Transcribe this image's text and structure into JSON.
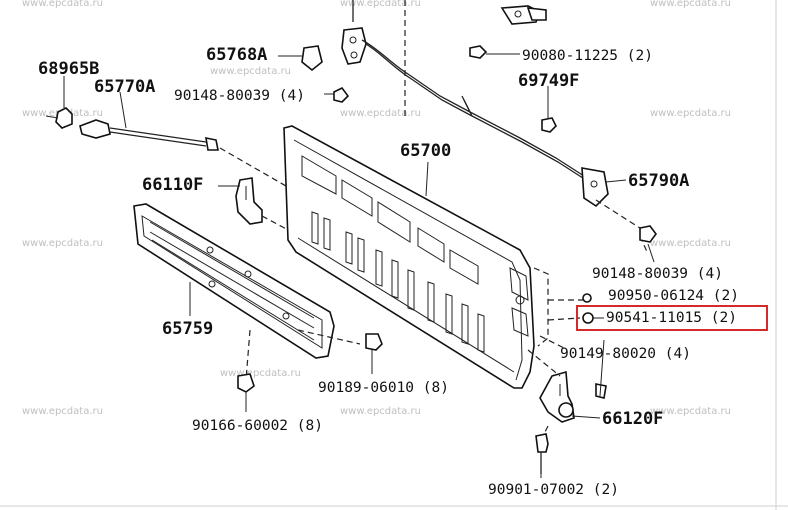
{
  "watermark": "www.epcdata.ru",
  "highlight_color": "#d42a2a",
  "parts": [
    {
      "id": "68965B",
      "label": "68965B"
    },
    {
      "id": "65770A",
      "label": "65770A"
    },
    {
      "id": "65768A",
      "label": "65768A"
    },
    {
      "id": "90148-80039-top",
      "label": "90148-80039 (4)"
    },
    {
      "id": "90080-11225",
      "label": "90080-11225 (2)"
    },
    {
      "id": "69749F",
      "label": "69749F"
    },
    {
      "id": "65700",
      "label": "65700"
    },
    {
      "id": "66110F",
      "label": "66110F"
    },
    {
      "id": "65790A",
      "label": "65790A"
    },
    {
      "id": "90148-80039-right",
      "label": "90148-80039 (4)"
    },
    {
      "id": "90950-06124",
      "label": "90950-06124 (2)"
    },
    {
      "id": "90541-11015",
      "label": "90541-11015 (2)",
      "highlighted": true
    },
    {
      "id": "90149-80020",
      "label": "90149-80020 (4)"
    },
    {
      "id": "65759",
      "label": "65759"
    },
    {
      "id": "90189-06010",
      "label": "90189-06010 (8)"
    },
    {
      "id": "90166-60002",
      "label": "90166-60002 (8)"
    },
    {
      "id": "66120F",
      "label": "66120F"
    },
    {
      "id": "90901-07002",
      "label": "90901-07002 (2)"
    }
  ]
}
